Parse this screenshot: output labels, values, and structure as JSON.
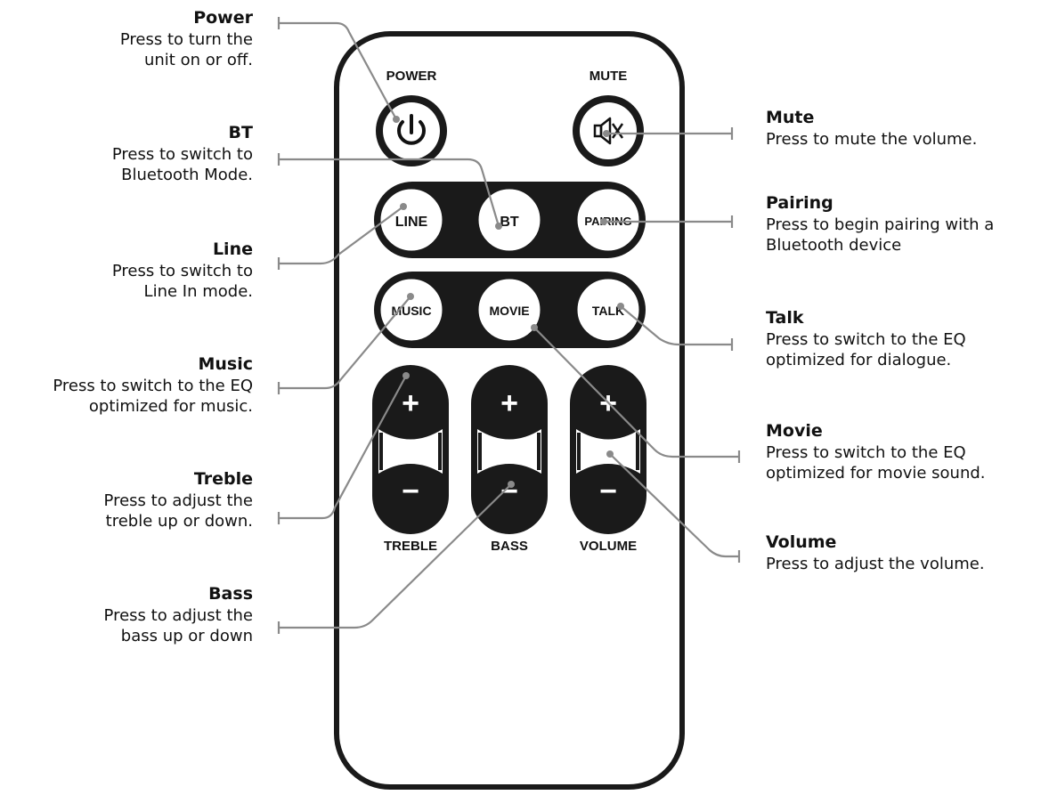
{
  "remote": {
    "top_labels": {
      "power": "POWER",
      "mute": "MUTE"
    },
    "buttons": {
      "line": "LINE",
      "bt": "BT",
      "pairing": "PAIRING",
      "music": "MUSIC",
      "movie": "MOVIE",
      "talk": "TALK"
    },
    "rocker_labels": {
      "treble": "TREBLE",
      "bass": "BASS",
      "volume": "VOLUME"
    },
    "plus_symbol": "+",
    "minus_symbol": "−"
  },
  "callouts": {
    "power": {
      "title": "Power",
      "desc": "Press to turn the\nunit on or off."
    },
    "bt": {
      "title": "BT",
      "desc": "Press to switch to\nBluetooth Mode."
    },
    "line": {
      "title": "Line",
      "desc": "Press to switch to\nLine In mode."
    },
    "music": {
      "title": "Music",
      "desc": "Press to switch to the EQ\noptimized for music."
    },
    "treble": {
      "title": "Treble",
      "desc": "Press to adjust the\ntreble up or down."
    },
    "bass": {
      "title": "Bass",
      "desc": "Press to adjust the\nbass up or down"
    },
    "mute": {
      "title": "Mute",
      "desc": "Press to mute the volume."
    },
    "pairing": {
      "title": "Pairing",
      "desc": "Press to begin pairing with a\nBluetooth device"
    },
    "talk": {
      "title": "Talk",
      "desc": "Press to switch to the EQ\noptimized for dialogue."
    },
    "movie": {
      "title": "Movie",
      "desc": "Press to switch to the EQ\noptimized for movie sound."
    },
    "volume": {
      "title": "Volume",
      "desc": "Press to adjust the volume."
    }
  }
}
